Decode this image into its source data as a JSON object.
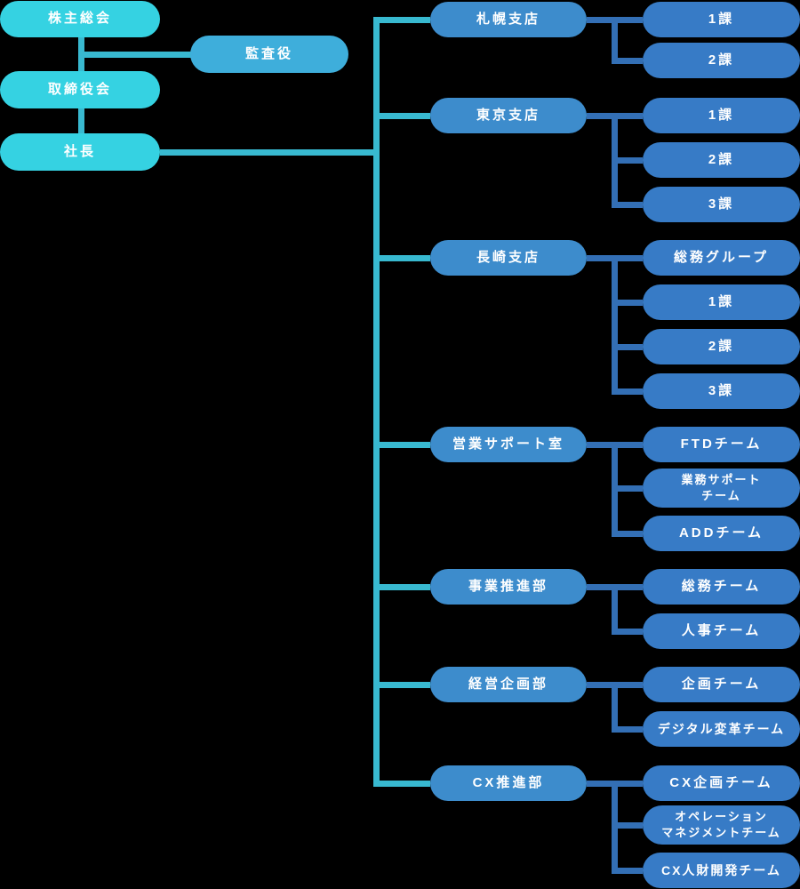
{
  "colors": {
    "background": "#000000",
    "governance_box": "#35D2E2",
    "auditor_box": "#3EAEDB",
    "department_box": "#3D8CCC",
    "team_box": "#377BC6",
    "governance_line": "#38B9D0",
    "team_line": "#336FB5",
    "text": "#FFFFFF"
  },
  "org": {
    "governance": [
      {
        "label": "株主総会"
      },
      {
        "label": "監査役"
      },
      {
        "label": "取締役会"
      },
      {
        "label": "社長"
      }
    ],
    "departments": [
      {
        "label": "札幌支店",
        "children": [
          {
            "label": "1課"
          },
          {
            "label": "2課"
          }
        ]
      },
      {
        "label": "東京支店",
        "children": [
          {
            "label": "1課"
          },
          {
            "label": "2課"
          },
          {
            "label": "3課"
          }
        ]
      },
      {
        "label": "長崎支店",
        "children": [
          {
            "label": "総務グループ"
          },
          {
            "label": "1課"
          },
          {
            "label": "2課"
          },
          {
            "label": "3課"
          }
        ]
      },
      {
        "label": "営業サポート室",
        "children": [
          {
            "label": "FTDチーム"
          },
          {
            "label": "業務サポート\nチーム"
          },
          {
            "label": "ADDチーム"
          }
        ]
      },
      {
        "label": "事業推進部",
        "children": [
          {
            "label": "総務チーム"
          },
          {
            "label": "人事チーム"
          }
        ]
      },
      {
        "label": "経営企画部",
        "children": [
          {
            "label": "企画チーム"
          },
          {
            "label": "デジタル変革チーム"
          }
        ]
      },
      {
        "label": "CX推進部",
        "children": [
          {
            "label": "CX企画チーム"
          },
          {
            "label": "オペレーション\nマネジメントチーム"
          },
          {
            "label": "CX人財開発チーム"
          }
        ]
      }
    ]
  }
}
